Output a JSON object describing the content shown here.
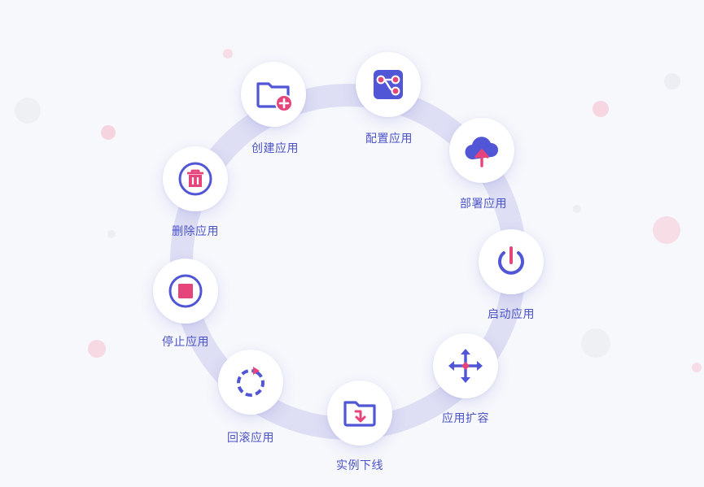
{
  "colors": {
    "background": "#f7f8fc",
    "ring": "#dcdcf3",
    "primary": "#5056d6",
    "accent": "#e5457a",
    "label": "#4a52c8"
  },
  "steps": [
    {
      "id": "create",
      "label": "创建应用",
      "icon": "folder-plus-icon"
    },
    {
      "id": "config",
      "label": "配置应用",
      "icon": "config-nodes-icon"
    },
    {
      "id": "deploy",
      "label": "部署应用",
      "icon": "cloud-upload-icon"
    },
    {
      "id": "start",
      "label": "启动应用",
      "icon": "power-icon"
    },
    {
      "id": "scale",
      "label": "应用扩容",
      "icon": "move-arrows-icon"
    },
    {
      "id": "offline",
      "label": "实例下线",
      "icon": "folder-down-icon"
    },
    {
      "id": "rollback",
      "label": "回滚应用",
      "icon": "rollback-icon"
    },
    {
      "id": "stop",
      "label": "停止应用",
      "icon": "stop-icon"
    },
    {
      "id": "delete",
      "label": "删除应用",
      "icon": "trash-icon"
    }
  ]
}
